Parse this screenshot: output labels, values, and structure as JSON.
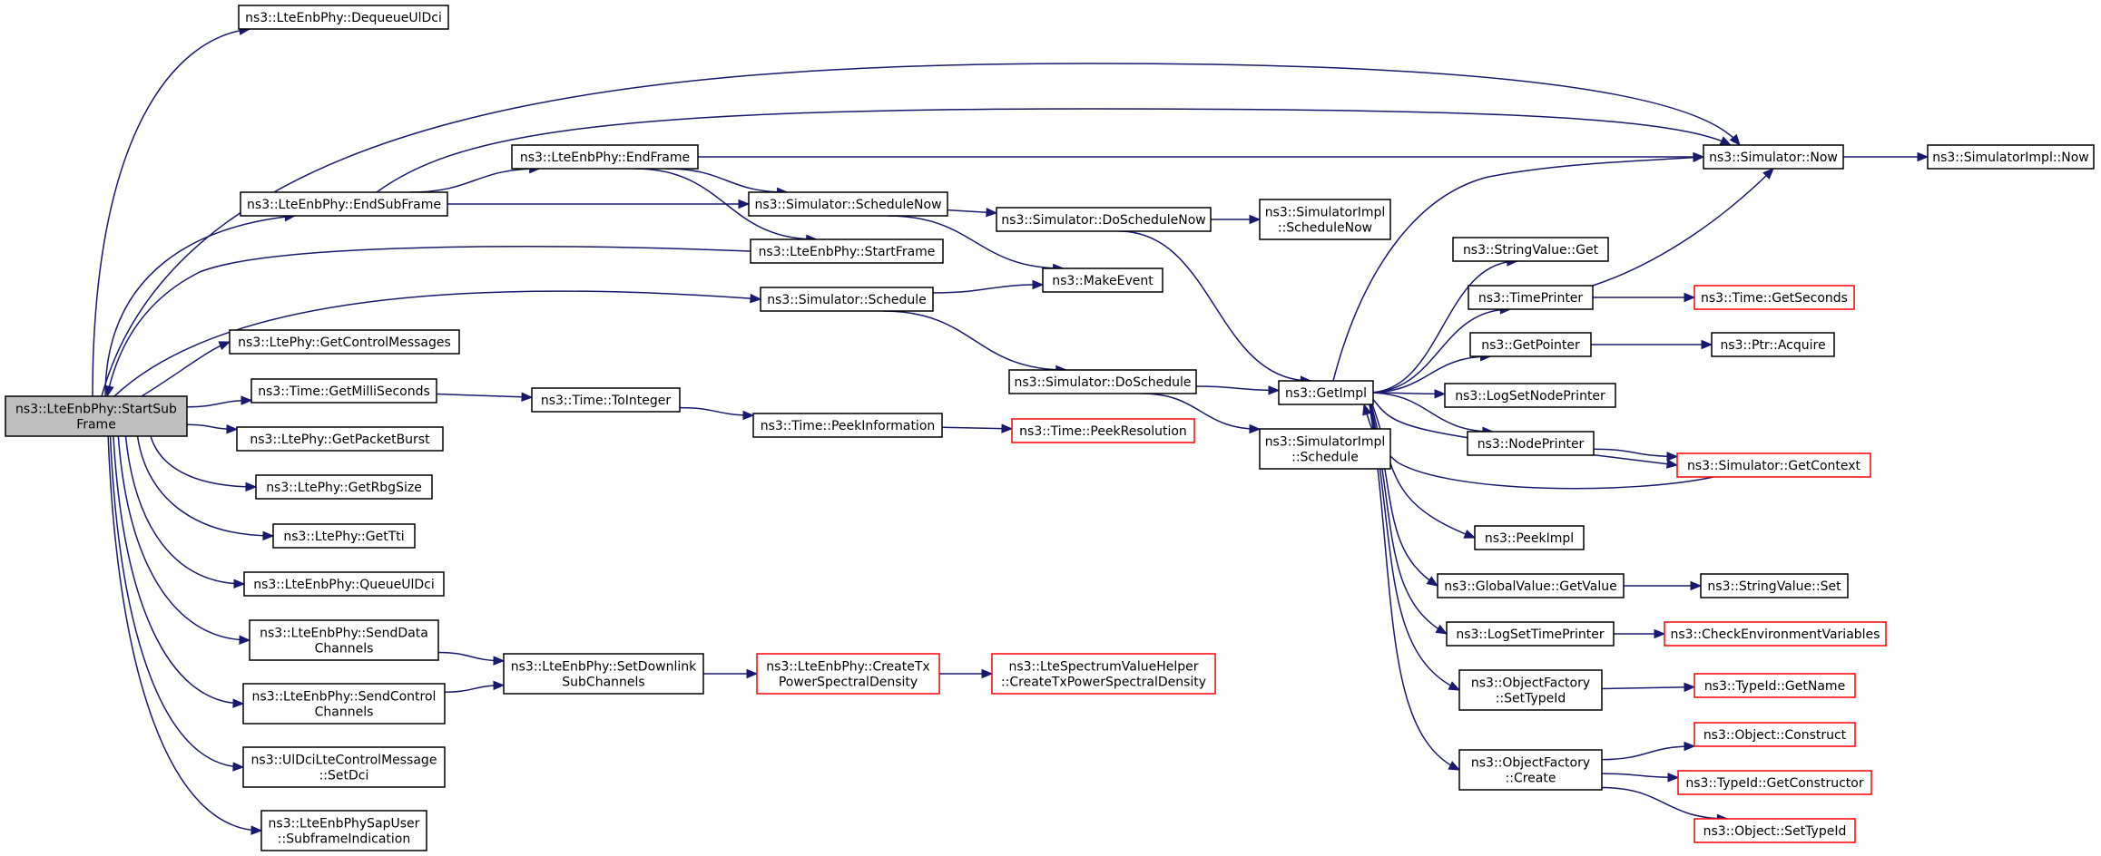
{
  "colors": {
    "edge": "#191970",
    "node_border": "#000000",
    "node_border_undocumented": "#ff0000",
    "root_fill": "#bfbfbf",
    "node_fill": "#ffffff"
  },
  "nodes": [
    {
      "id": "StartSubFrame",
      "lines": [
        "ns3::LteEnbPhy::StartSub",
        "Frame"
      ],
      "style": "root"
    },
    {
      "id": "DequeueUlDci",
      "lines": [
        "ns3::LteEnbPhy::DequeueUlDci"
      ],
      "style": "normal"
    },
    {
      "id": "EndSubFrame",
      "lines": [
        "ns3::LteEnbPhy::EndSubFrame"
      ],
      "style": "normal"
    },
    {
      "id": "EndFrame",
      "lines": [
        "ns3::LteEnbPhy::EndFrame"
      ],
      "style": "normal"
    },
    {
      "id": "StartFrame",
      "lines": [
        "ns3::LteEnbPhy::StartFrame"
      ],
      "style": "normal"
    },
    {
      "id": "SimSchedule",
      "lines": [
        "ns3::Simulator::Schedule"
      ],
      "style": "normal"
    },
    {
      "id": "GetControlMessages",
      "lines": [
        "ns3::LtePhy::GetControlMessages"
      ],
      "style": "normal"
    },
    {
      "id": "GetMilliSeconds",
      "lines": [
        "ns3::Time::GetMilliSeconds"
      ],
      "style": "normal"
    },
    {
      "id": "GetPacketBurst",
      "lines": [
        "ns3::LtePhy::GetPacketBurst"
      ],
      "style": "normal"
    },
    {
      "id": "GetRbgSize",
      "lines": [
        "ns3::LtePhy::GetRbgSize"
      ],
      "style": "normal"
    },
    {
      "id": "GetTti",
      "lines": [
        "ns3::LtePhy::GetTti"
      ],
      "style": "normal"
    },
    {
      "id": "QueueUlDci",
      "lines": [
        "ns3::LteEnbPhy::QueueUlDci"
      ],
      "style": "normal"
    },
    {
      "id": "SendDataChannels",
      "lines": [
        "ns3::LteEnbPhy::SendData",
        "Channels"
      ],
      "style": "normal"
    },
    {
      "id": "SendControlChannels",
      "lines": [
        "ns3::LteEnbPhy::SendControl",
        "Channels"
      ],
      "style": "normal"
    },
    {
      "id": "SetDci",
      "lines": [
        "ns3::UlDciLteControlMessage",
        "::SetDci"
      ],
      "style": "normal"
    },
    {
      "id": "SubframeIndication",
      "lines": [
        "ns3::LteEnbPhySapUser",
        "::SubframeIndication"
      ],
      "style": "normal"
    },
    {
      "id": "ScheduleNow",
      "lines": [
        "ns3::Simulator::ScheduleNow"
      ],
      "style": "normal"
    },
    {
      "id": "SimNow",
      "lines": [
        "ns3::Simulator::Now"
      ],
      "style": "normal"
    },
    {
      "id": "SimImplNow",
      "lines": [
        "ns3::SimulatorImpl::Now"
      ],
      "style": "normal"
    },
    {
      "id": "DoScheduleNow",
      "lines": [
        "ns3::Simulator::DoScheduleNow"
      ],
      "style": "normal"
    },
    {
      "id": "ImplScheduleNow",
      "lines": [
        "ns3::SimulatorImpl",
        "::ScheduleNow"
      ],
      "style": "normal"
    },
    {
      "id": "MakeEvent",
      "lines": [
        "ns3::MakeEvent"
      ],
      "style": "normal"
    },
    {
      "id": "DoSchedule",
      "lines": [
        "ns3::Simulator::DoSchedule"
      ],
      "style": "normal"
    },
    {
      "id": "ImplSchedule",
      "lines": [
        "ns3::SimulatorImpl",
        "::Schedule"
      ],
      "style": "normal"
    },
    {
      "id": "GetImpl",
      "lines": [
        "ns3::GetImpl"
      ],
      "style": "normal"
    },
    {
      "id": "ToInteger",
      "lines": [
        "ns3::Time::ToInteger"
      ],
      "style": "normal"
    },
    {
      "id": "PeekInformation",
      "lines": [
        "ns3::Time::PeekInformation"
      ],
      "style": "normal"
    },
    {
      "id": "PeekResolution",
      "lines": [
        "ns3::Time::PeekResolution"
      ],
      "style": "undocumented"
    },
    {
      "id": "SetDownlinkSubChannels",
      "lines": [
        "ns3::LteEnbPhy::SetDownlink",
        "SubChannels"
      ],
      "style": "normal"
    },
    {
      "id": "CreateTxPSD",
      "lines": [
        "ns3::LteEnbPhy::CreateTx",
        "PowerSpectralDensity"
      ],
      "style": "undocumented"
    },
    {
      "id": "HelperCreateTxPSD",
      "lines": [
        "ns3::LteSpectrumValueHelper",
        "::CreateTxPowerSpectralDensity"
      ],
      "style": "undocumented"
    },
    {
      "id": "StringValueGet",
      "lines": [
        "ns3::StringValue::Get"
      ],
      "style": "normal"
    },
    {
      "id": "TimePrinter",
      "lines": [
        "ns3::TimePrinter"
      ],
      "style": "normal"
    },
    {
      "id": "GetSeconds",
      "lines": [
        "ns3::Time::GetSeconds"
      ],
      "style": "undocumented"
    },
    {
      "id": "GetPointer",
      "lines": [
        "ns3::GetPointer"
      ],
      "style": "normal"
    },
    {
      "id": "PtrAcquire",
      "lines": [
        "ns3::Ptr::Acquire"
      ],
      "style": "normal"
    },
    {
      "id": "LogSetNodePrinter",
      "lines": [
        "ns3::LogSetNodePrinter"
      ],
      "style": "normal"
    },
    {
      "id": "NodePrinter",
      "lines": [
        "ns3::NodePrinter"
      ],
      "style": "normal"
    },
    {
      "id": "GetContext",
      "lines": [
        "ns3::Simulator::GetContext"
      ],
      "style": "undocumented"
    },
    {
      "id": "PeekImpl",
      "lines": [
        "ns3::PeekImpl"
      ],
      "style": "normal"
    },
    {
      "id": "GlobalGetValue",
      "lines": [
        "ns3::GlobalValue::GetValue"
      ],
      "style": "normal"
    },
    {
      "id": "StringValueSet",
      "lines": [
        "ns3::StringValue::Set"
      ],
      "style": "normal"
    },
    {
      "id": "LogSetTimePrinter",
      "lines": [
        "ns3::LogSetTimePrinter"
      ],
      "style": "normal"
    },
    {
      "id": "CheckEnv",
      "lines": [
        "ns3::CheckEnvironmentVariables"
      ],
      "style": "undocumented"
    },
    {
      "id": "OFSetTypeId",
      "lines": [
        "ns3::ObjectFactory",
        "::SetTypeId"
      ],
      "style": "normal"
    },
    {
      "id": "TypeIdGetName",
      "lines": [
        "ns3::TypeId::GetName"
      ],
      "style": "undocumented"
    },
    {
      "id": "OFCreate",
      "lines": [
        "ns3::ObjectFactory",
        "::Create"
      ],
      "style": "normal"
    },
    {
      "id": "ObjConstruct",
      "lines": [
        "ns3::Object::Construct"
      ],
      "style": "undocumented"
    },
    {
      "id": "GetConstructor",
      "lines": [
        "ns3::TypeId::GetConstructor"
      ],
      "style": "undocumented"
    },
    {
      "id": "ObjSetTypeId",
      "lines": [
        "ns3::Object::SetTypeId"
      ],
      "style": "undocumented"
    }
  ],
  "edges": [
    [
      "StartSubFrame",
      "DequeueUlDci"
    ],
    [
      "StartSubFrame",
      "EndSubFrame"
    ],
    [
      "StartSubFrame",
      "GetControlMessages"
    ],
    [
      "StartSubFrame",
      "GetMilliSeconds"
    ],
    [
      "StartSubFrame",
      "GetPacketBurst"
    ],
    [
      "StartSubFrame",
      "GetRbgSize"
    ],
    [
      "StartSubFrame",
      "GetTti"
    ],
    [
      "StartSubFrame",
      "QueueUlDci"
    ],
    [
      "StartSubFrame",
      "SendDataChannels"
    ],
    [
      "StartSubFrame",
      "SendControlChannels"
    ],
    [
      "StartSubFrame",
      "SetDci"
    ],
    [
      "StartSubFrame",
      "SubframeIndication"
    ],
    [
      "StartSubFrame",
      "SimNow"
    ],
    [
      "StartSubFrame",
      "SimSchedule"
    ],
    [
      "StartFrame",
      "StartSubFrame"
    ],
    [
      "EndSubFrame",
      "EndFrame"
    ],
    [
      "EndSubFrame",
      "ScheduleNow"
    ],
    [
      "EndSubFrame",
      "SimNow"
    ],
    [
      "EndFrame",
      "ScheduleNow"
    ],
    [
      "EndFrame",
      "StartFrame"
    ],
    [
      "EndFrame",
      "SimNow"
    ],
    [
      "ScheduleNow",
      "DoScheduleNow"
    ],
    [
      "ScheduleNow",
      "MakeEvent"
    ],
    [
      "DoScheduleNow",
      "ImplScheduleNow"
    ],
    [
      "DoScheduleNow",
      "GetImpl"
    ],
    [
      "SimSchedule",
      "MakeEvent"
    ],
    [
      "SimSchedule",
      "DoSchedule"
    ],
    [
      "DoSchedule",
      "GetImpl"
    ],
    [
      "DoSchedule",
      "ImplSchedule"
    ],
    [
      "GetMilliSeconds",
      "ToInteger"
    ],
    [
      "ToInteger",
      "PeekInformation"
    ],
    [
      "PeekInformation",
      "PeekResolution"
    ],
    [
      "SendDataChannels",
      "SetDownlinkSubChannels"
    ],
    [
      "SendControlChannels",
      "SetDownlinkSubChannels"
    ],
    [
      "SetDownlinkSubChannels",
      "CreateTxPSD"
    ],
    [
      "CreateTxPSD",
      "HelperCreateTxPSD"
    ],
    [
      "GetImpl",
      "SimNow"
    ],
    [
      "GetImpl",
      "StringValueGet"
    ],
    [
      "GetImpl",
      "TimePrinter"
    ],
    [
      "GetImpl",
      "GetPointer"
    ],
    [
      "GetImpl",
      "LogSetNodePrinter"
    ],
    [
      "GetImpl",
      "NodePrinter"
    ],
    [
      "GetImpl",
      "GetContext"
    ],
    [
      "GetImpl",
      "PeekImpl"
    ],
    [
      "GetImpl",
      "GlobalGetValue"
    ],
    [
      "GetImpl",
      "LogSetTimePrinter"
    ],
    [
      "GetImpl",
      "OFSetTypeId"
    ],
    [
      "GetImpl",
      "OFCreate"
    ],
    [
      "SimNow",
      "SimImplNow"
    ],
    [
      "TimePrinter",
      "SimNow"
    ],
    [
      "TimePrinter",
      "GetSeconds"
    ],
    [
      "GetPointer",
      "PtrAcquire"
    ],
    [
      "NodePrinter",
      "GetContext"
    ],
    [
      "GetContext",
      "GetImpl"
    ],
    [
      "GlobalGetValue",
      "StringValueSet"
    ],
    [
      "LogSetTimePrinter",
      "CheckEnv"
    ],
    [
      "OFSetTypeId",
      "TypeIdGetName"
    ],
    [
      "OFCreate",
      "ObjConstruct"
    ],
    [
      "OFCreate",
      "GetConstructor"
    ],
    [
      "OFCreate",
      "ObjSetTypeId"
    ]
  ]
}
